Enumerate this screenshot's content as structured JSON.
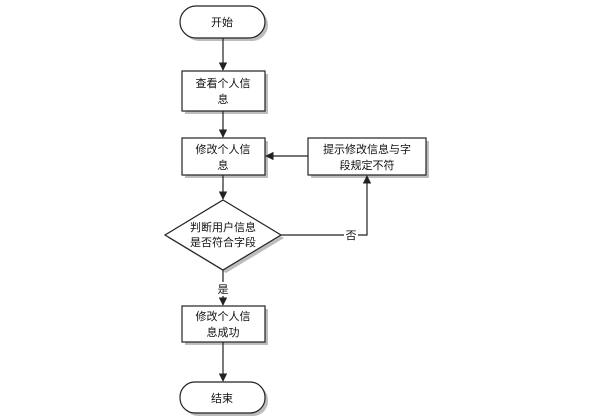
{
  "flowchart": {
    "start": "开始",
    "view_info": [
      "查看个人信",
      "息"
    ],
    "edit_info": [
      "修改个人信",
      "息"
    ],
    "check": [
      "判断用户信息",
      "是否符合字段"
    ],
    "prompt": [
      "提示修改信息与字",
      "段规定不符"
    ],
    "success": [
      "修改个人信",
      "息成功"
    ],
    "end": "结束",
    "label_no": "否",
    "label_yes": "是"
  }
}
